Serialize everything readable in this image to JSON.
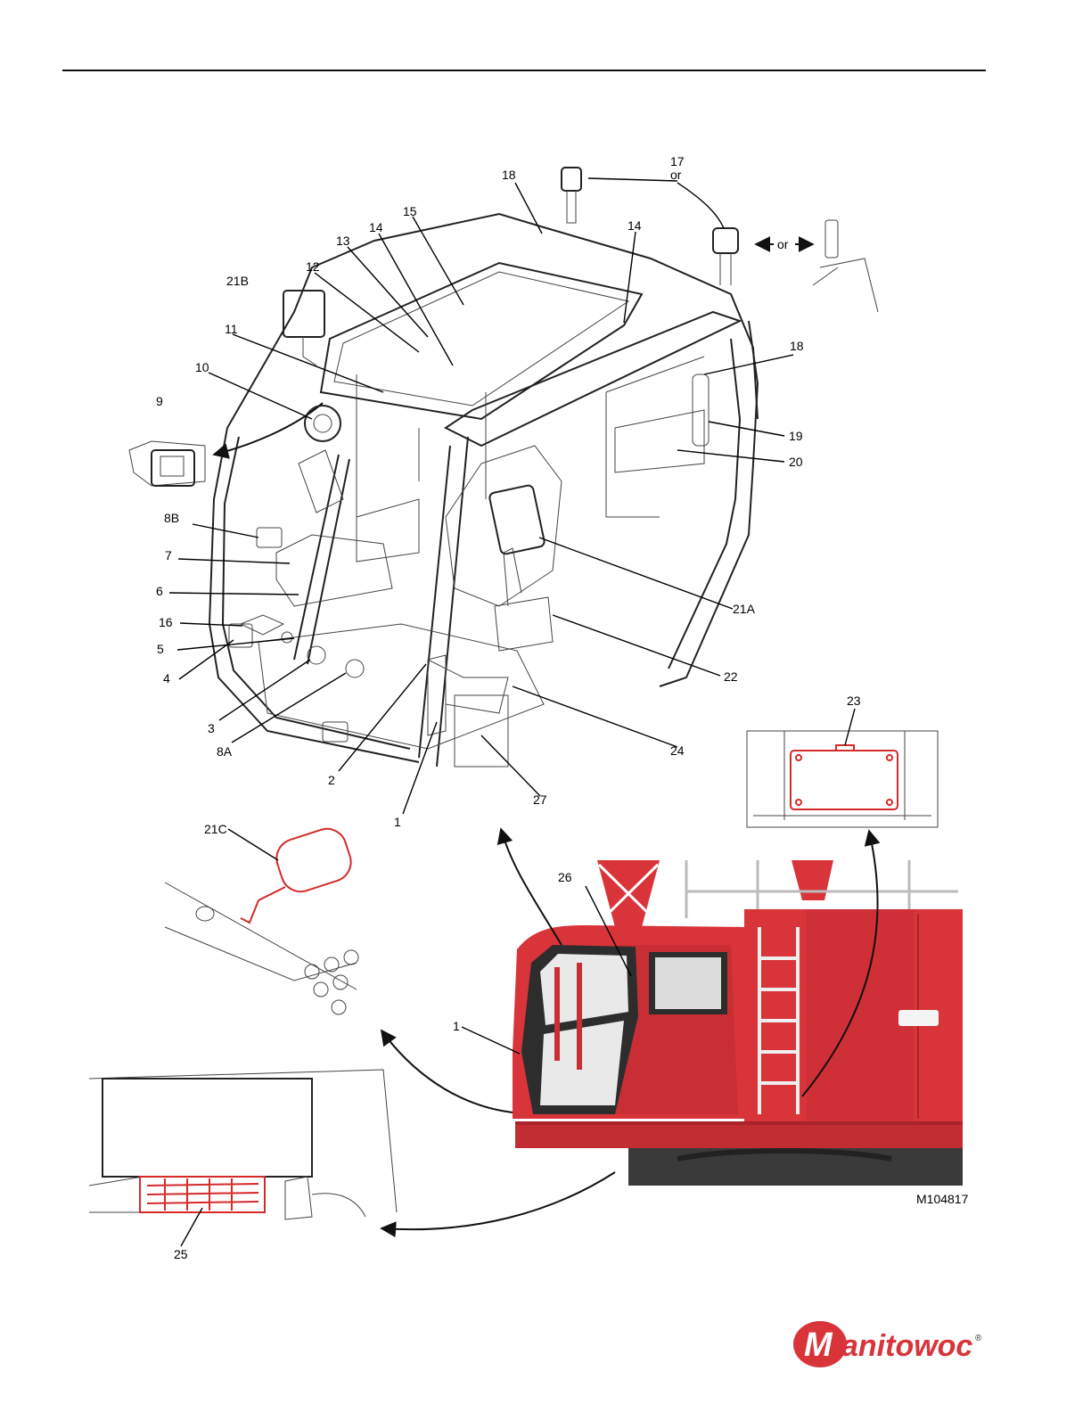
{
  "figure_id": "M104817",
  "or_label": "or",
  "callouts": {
    "c1": "1",
    "c2": "2",
    "c3": "3",
    "c4": "4",
    "c5": "5",
    "c6": "6",
    "c7": "7",
    "c8A": "8A",
    "c8B": "8B",
    "c9": "9",
    "c10": "10",
    "c11": "11",
    "c12": "12",
    "c13": "13",
    "c14": "14",
    "c15": "15",
    "c16": "16",
    "c17": "17",
    "c18": "18",
    "c19": "19",
    "c20": "20",
    "c21A": "21A",
    "c21B": "21B",
    "c21C": "21C",
    "c22": "22",
    "c23": "23",
    "c24": "24",
    "c25": "25",
    "c26": "26",
    "c27": "27"
  },
  "brand": {
    "name": "Manitowoc",
    "mark": "M",
    "rest": "anitowoc",
    "registered": "®"
  },
  "colors": {
    "crane_red": "#d9343a",
    "crane_red_dark": "#a8232a",
    "part_highlight": "#d42a2a",
    "ink": "#111111"
  }
}
